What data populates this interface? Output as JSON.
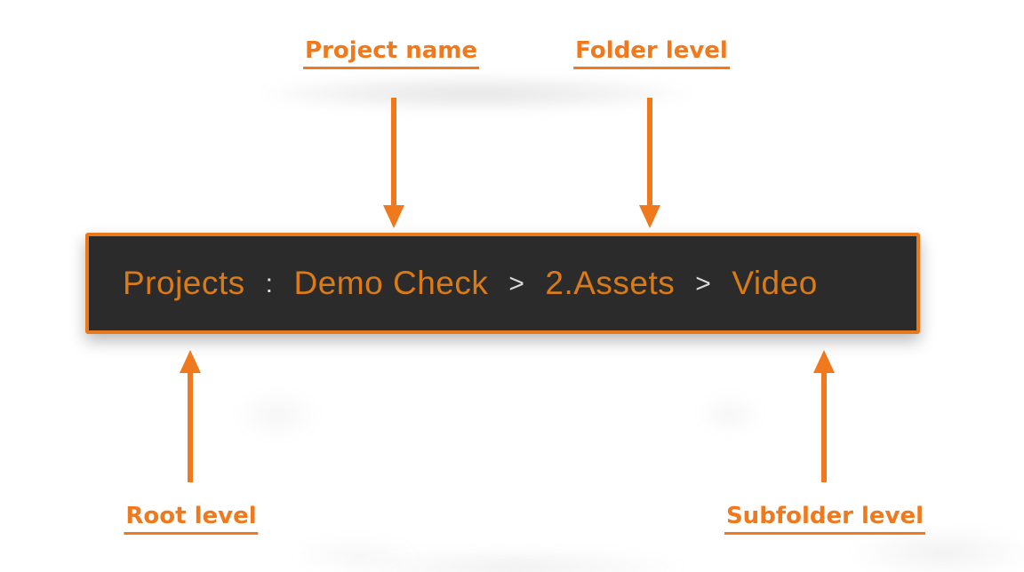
{
  "breadcrumb": {
    "items": [
      {
        "label": "Projects",
        "role": "root"
      },
      {
        "label": ":",
        "role": "separator"
      },
      {
        "label": "Demo Check",
        "role": "project"
      },
      {
        "label": ">",
        "role": "separator"
      },
      {
        "label": "2.Assets",
        "role": "folder"
      },
      {
        "label": ">",
        "role": "separator"
      },
      {
        "label": "Video",
        "role": "subfolder"
      }
    ],
    "bar_background": "#2B2B2B",
    "bar_border_color": "#E8791B",
    "text_color": "#DA7B17",
    "separator_color": "#D9D9D9"
  },
  "annotations": {
    "accent_color": "#F0791D",
    "top": [
      {
        "label": "Project name",
        "points_to": "Demo Check"
      },
      {
        "label": "Folder level",
        "points_to": "2.Assets"
      }
    ],
    "bottom": [
      {
        "label": "Root level",
        "points_to": "Projects"
      },
      {
        "label": "Subfolder level",
        "points_to": "Video"
      }
    ]
  }
}
